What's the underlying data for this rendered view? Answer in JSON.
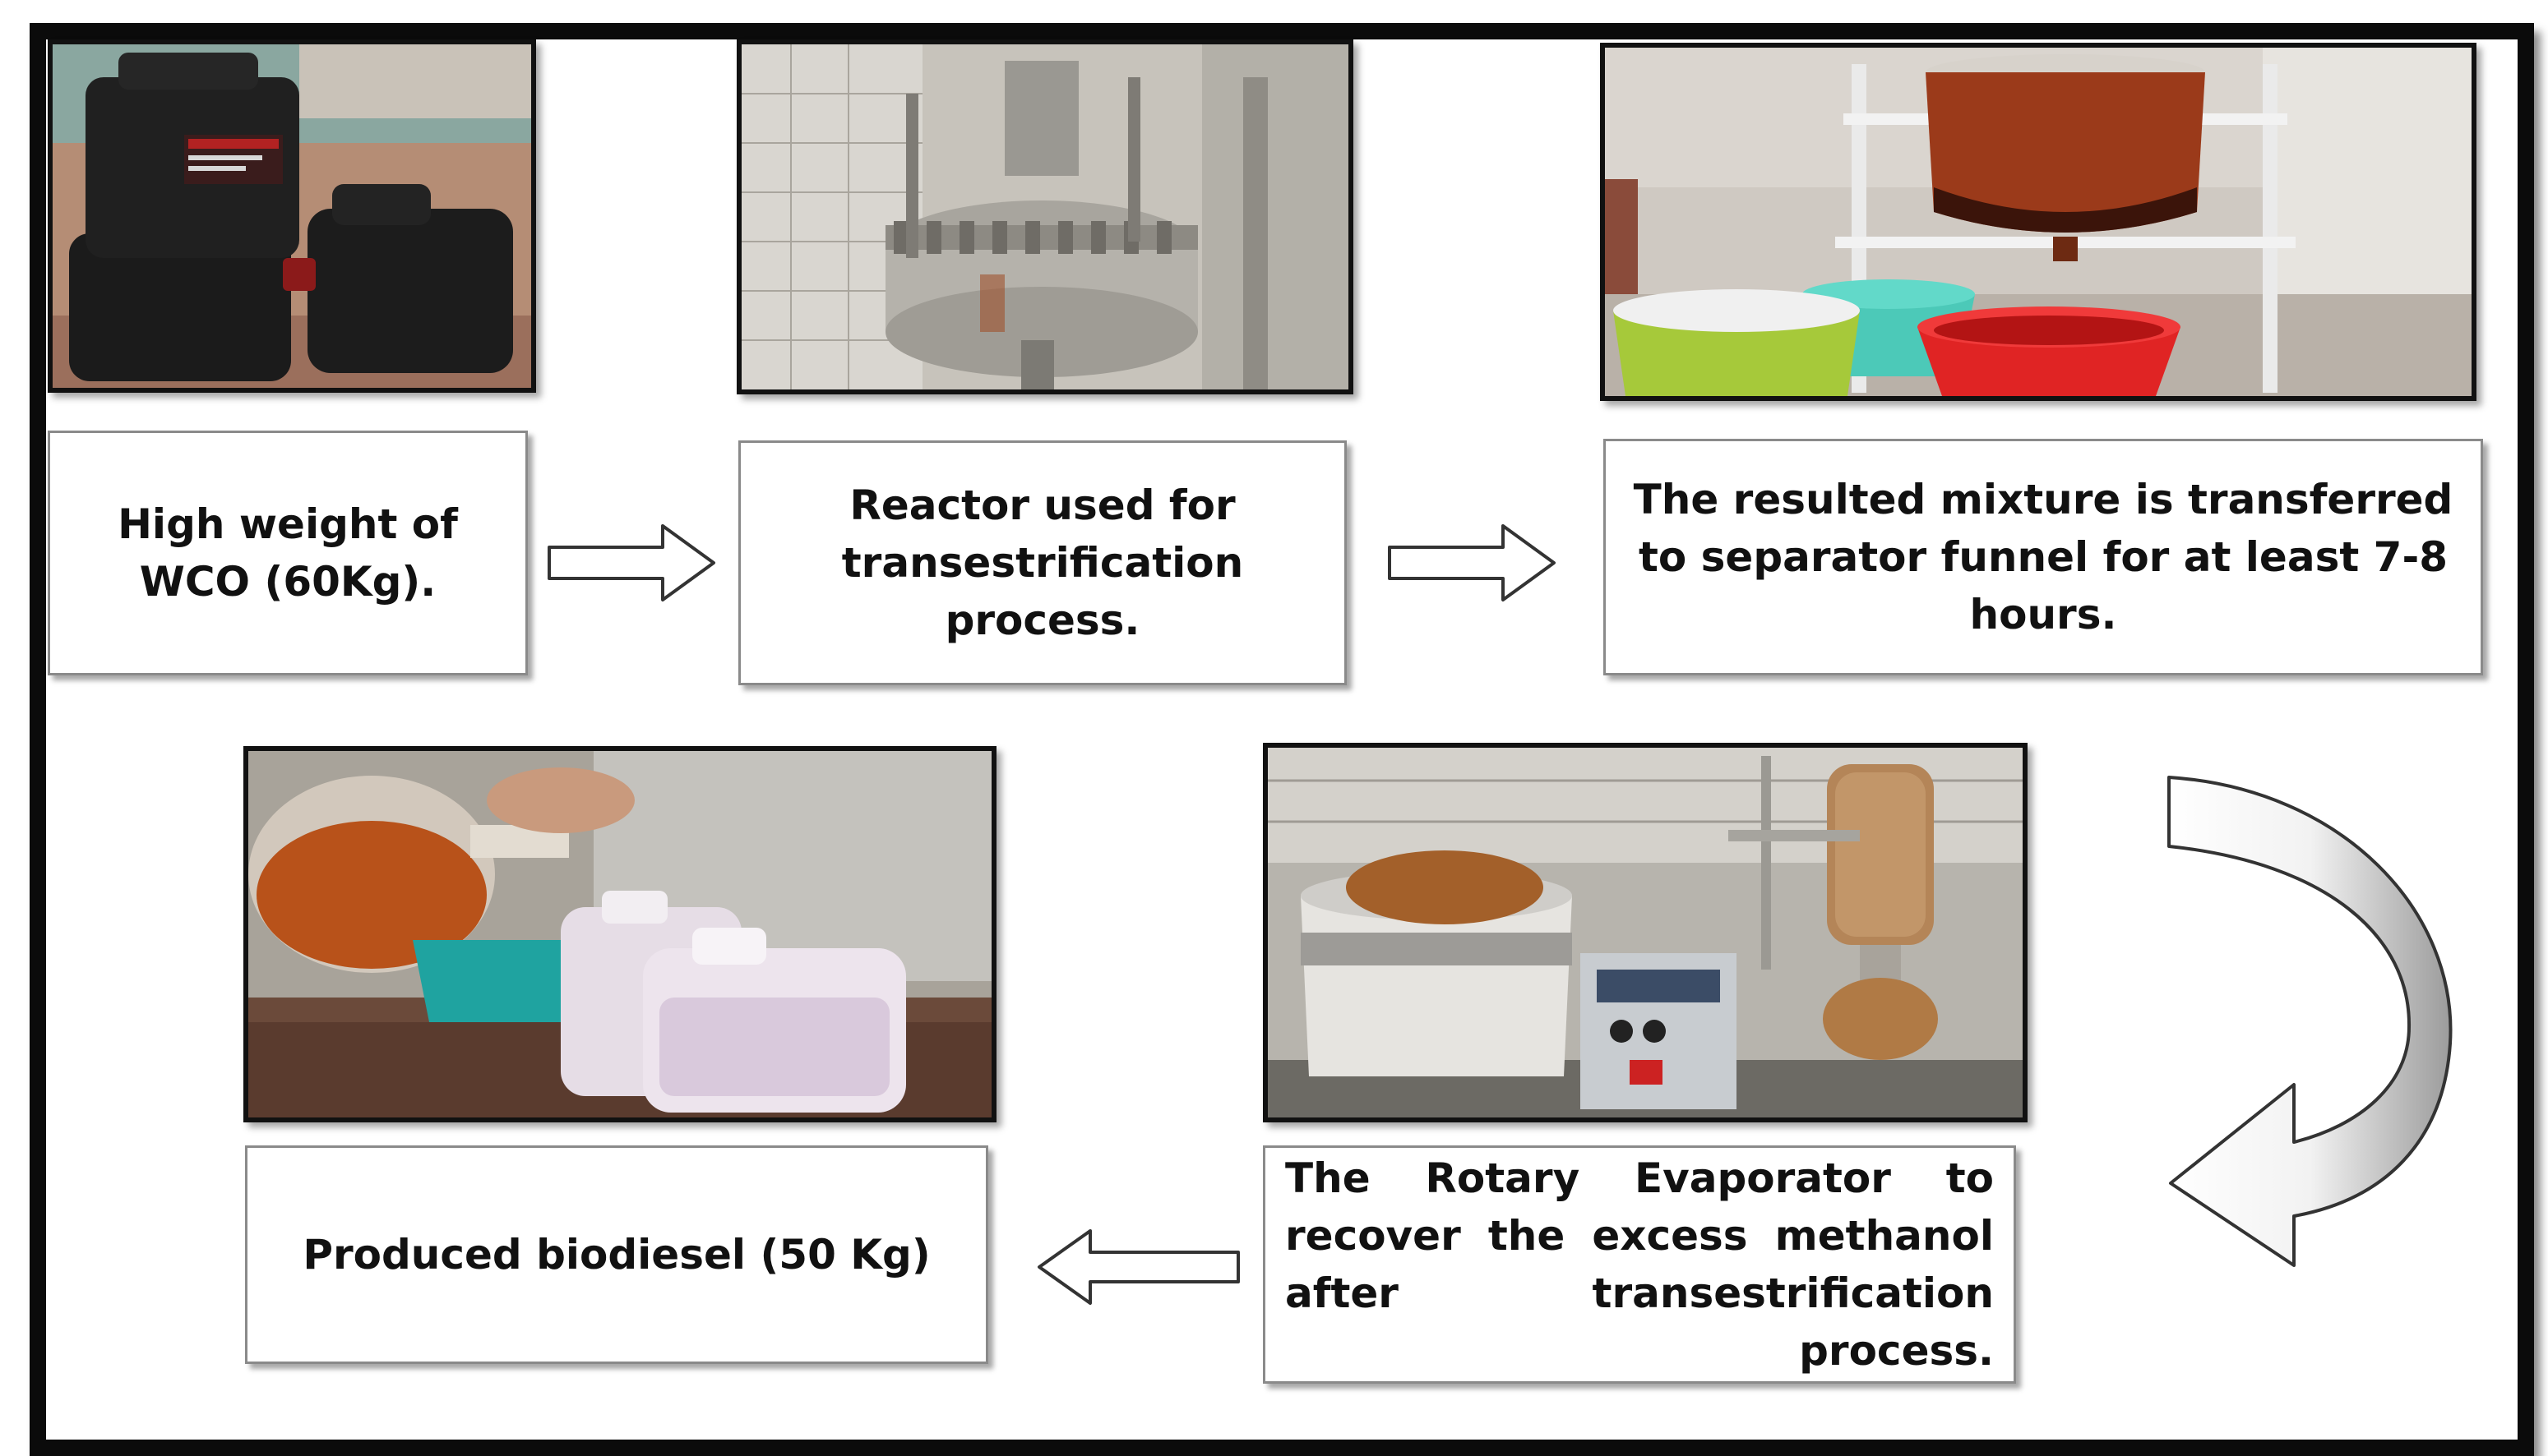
{
  "steps": [
    {
      "id": "step-1",
      "text": "High weight of WCO (60Kg)."
    },
    {
      "id": "step-2",
      "text": "Reactor used for transestrification process."
    },
    {
      "id": "step-3",
      "text": "The resulted mixture is transferred to separator funnel for at least 7-8 hours."
    },
    {
      "id": "step-4",
      "text_main": "The Rotary Evaporator to recover the excess methanol after transestrification",
      "text_last": "process."
    },
    {
      "id": "step-5",
      "text": "Produced biodiesel (50 Kg)"
    }
  ],
  "photos": [
    {
      "subject": "black jerry cans of waste cooking oil"
    },
    {
      "subject": "stainless steel reactor"
    },
    {
      "subject": "separator funnel with red and green buckets"
    },
    {
      "subject": "rotary evaporator"
    },
    {
      "subject": "biodiesel poured into jerry cans"
    }
  ],
  "colors": {
    "frame": "#0b0b0b",
    "box_border": "#8a8a8a",
    "text": "#111111",
    "arrow_fill": "#ffffff",
    "arrow_stroke": "#333333",
    "curved_arrow_shade": "#bdbdbd"
  }
}
